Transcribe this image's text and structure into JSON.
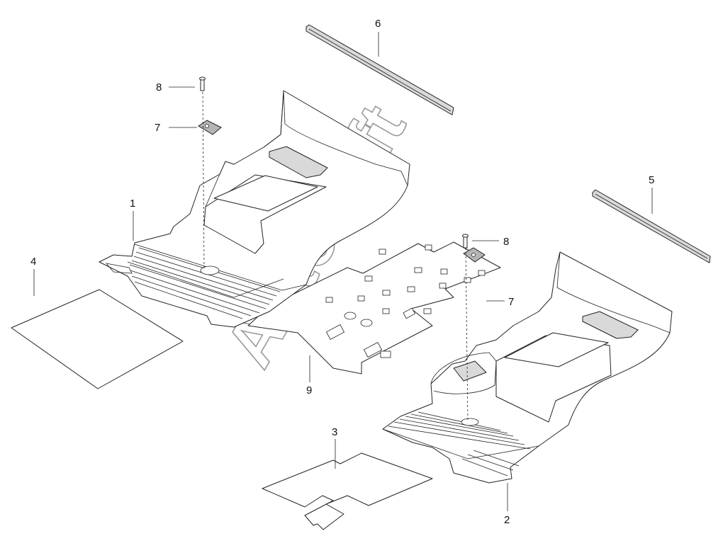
{
  "diagram": {
    "watermark": "AutoSoft",
    "callouts": [
      {
        "id": "c1",
        "label": "1"
      },
      {
        "id": "c2",
        "label": "2"
      },
      {
        "id": "c3",
        "label": "3"
      },
      {
        "id": "c4",
        "label": "4"
      },
      {
        "id": "c5",
        "label": "5"
      },
      {
        "id": "c6",
        "label": "6"
      },
      {
        "id": "c7a",
        "label": "7"
      },
      {
        "id": "c7b",
        "label": "7"
      },
      {
        "id": "c8a",
        "label": "8"
      },
      {
        "id": "c8b",
        "label": "8"
      },
      {
        "id": "c9",
        "label": "9"
      }
    ]
  }
}
